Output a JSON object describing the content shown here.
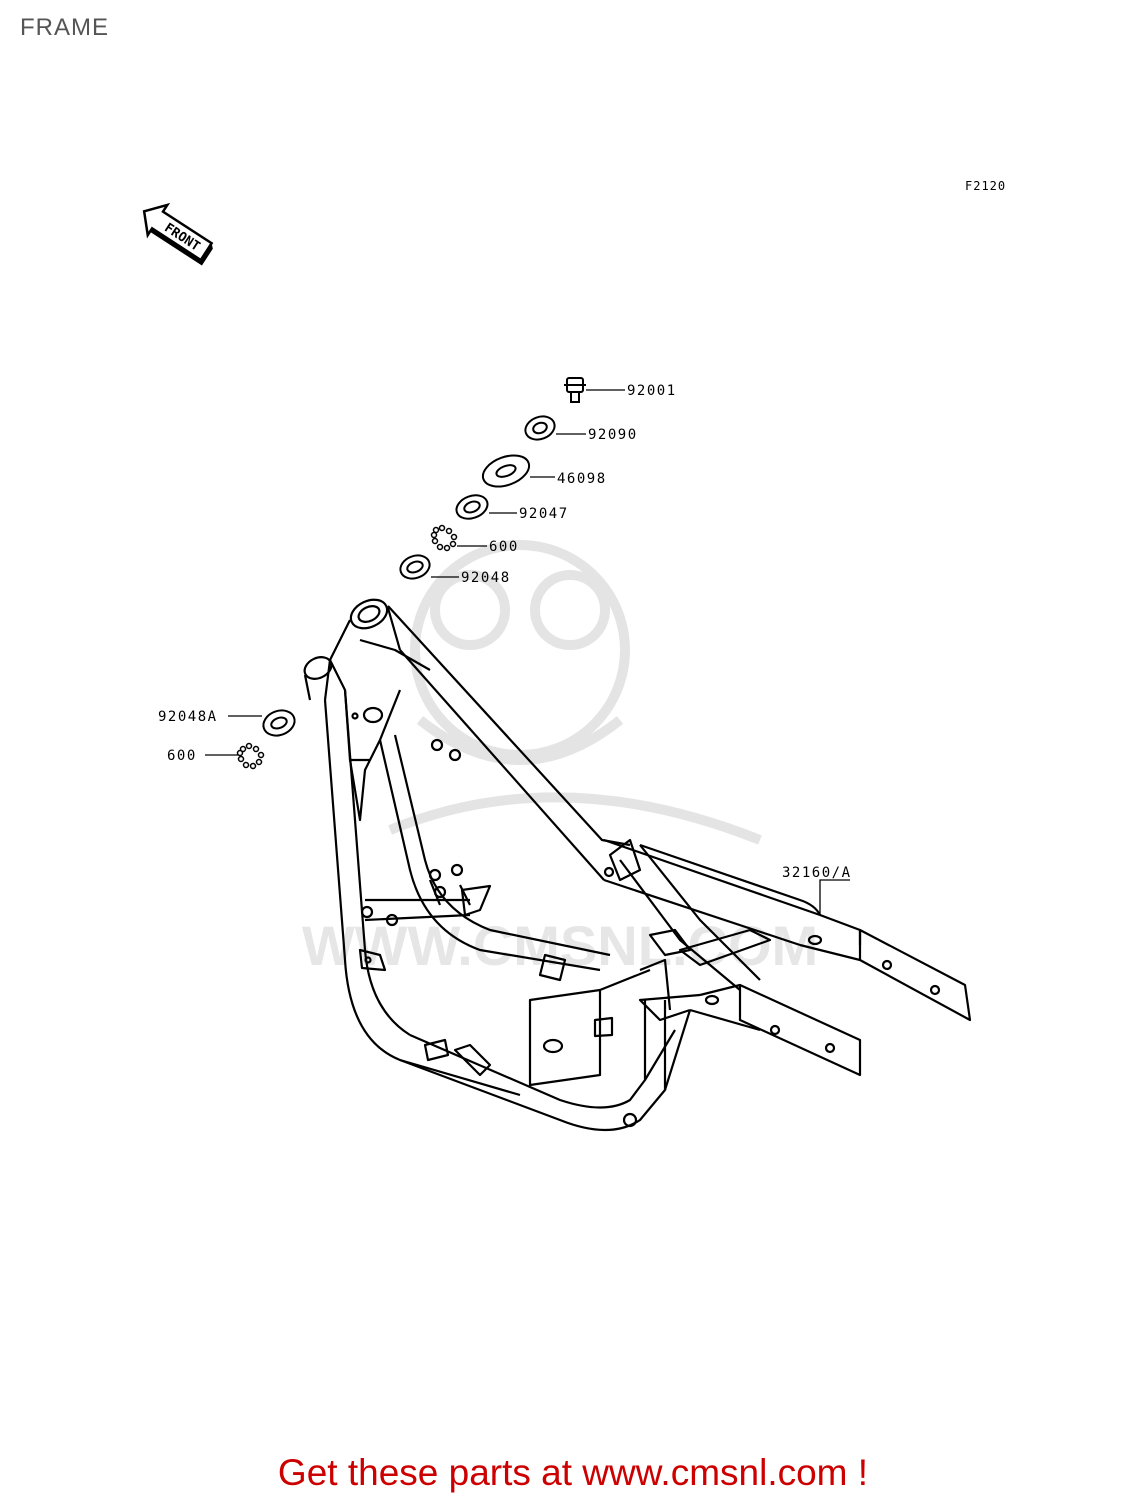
{
  "page": {
    "title": "FRAME",
    "figure_code": "F2120",
    "footer_text": "Get these parts at www.cmsnl.com !"
  },
  "diagram": {
    "direction_label": "FRONT",
    "watermark": "WWW.CMSNL.COM",
    "callouts": [
      {
        "id": "c1",
        "part_number": "92001"
      },
      {
        "id": "c2",
        "part_number": "92090"
      },
      {
        "id": "c3",
        "part_number": "46098"
      },
      {
        "id": "c4",
        "part_number": "92047"
      },
      {
        "id": "c5",
        "part_number": "600"
      },
      {
        "id": "c6",
        "part_number": "92048"
      },
      {
        "id": "c7",
        "part_number": "92048A"
      },
      {
        "id": "c8",
        "part_number": "600"
      },
      {
        "id": "c9",
        "part_number": "32160/A"
      }
    ]
  },
  "colors": {
    "footer": "#cc0000",
    "title": "#555555",
    "line": "#000000",
    "watermark": "#e6e6e6"
  }
}
